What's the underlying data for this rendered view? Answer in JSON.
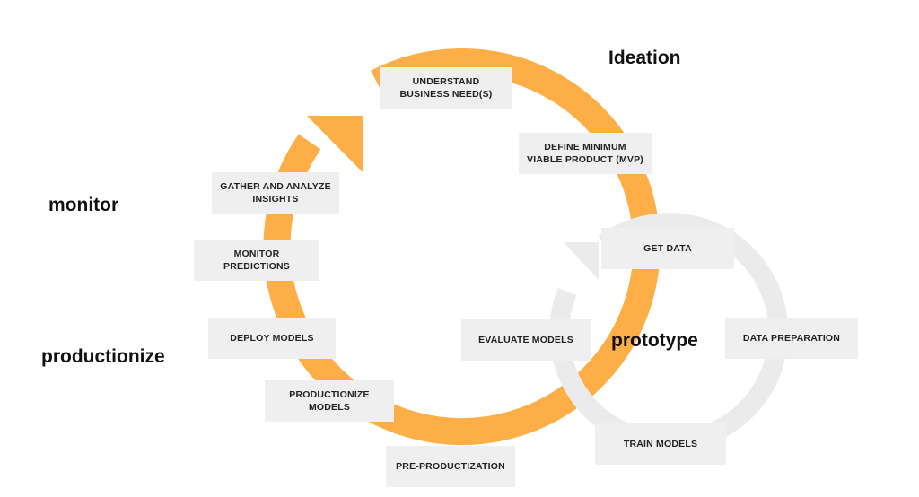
{
  "colors": {
    "outer_cycle": "#FDAE47",
    "inner_cycle": "#EBEBEB",
    "box_fill": "#EFEFEF",
    "text": "#111111"
  },
  "phases": {
    "ideation": "Ideation",
    "monitor": "monitor",
    "productionize": "productionize",
    "prototype": "prototype"
  },
  "steps": {
    "understand": [
      "UNDERSTAND",
      "BUSINESS NEED(S)"
    ],
    "define_mvp": [
      "DEFINE MINIMUM",
      "VIABLE PRODUCT (MVP)"
    ],
    "get_data": [
      "GET DATA"
    ],
    "data_preparation": [
      "DATA PREPARATION"
    ],
    "train_models": [
      "TRAIN MODELS"
    ],
    "evaluate_models": [
      "EVALUATE MODELS"
    ],
    "pre_productization": [
      "PRE-PRODUCTIZATION"
    ],
    "productionize_models": [
      "PRODUCTIONIZE",
      "MODELS"
    ],
    "deploy_models": [
      "DEPLOY MODELS"
    ],
    "monitor_predictions": [
      "MONITOR",
      "PREDICTIONS"
    ],
    "gather_insights": [
      "GATHER AND ANALYZE",
      "INSIGHTS"
    ]
  }
}
